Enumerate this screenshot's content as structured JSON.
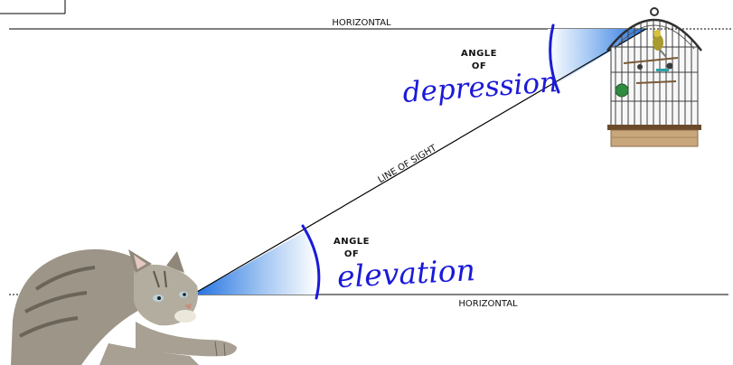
{
  "labels": {
    "horizontal_top": "HORIZONTAL",
    "horizontal_bottom": "HORIZONTAL",
    "line_of_sight": "LINE OF SIGHT",
    "depression_line1": "ANGLE",
    "depression_line2": "OF",
    "elevation_line1": "ANGLE",
    "elevation_line2": "OF"
  },
  "handwritten": {
    "depression": "depression",
    "elevation": "elevation"
  },
  "colors": {
    "handwriting": "#1a1ad8",
    "wedge": "#1f6fe0",
    "line": "#000000"
  },
  "pictures": {
    "left": "cat",
    "right": "birdcage"
  }
}
